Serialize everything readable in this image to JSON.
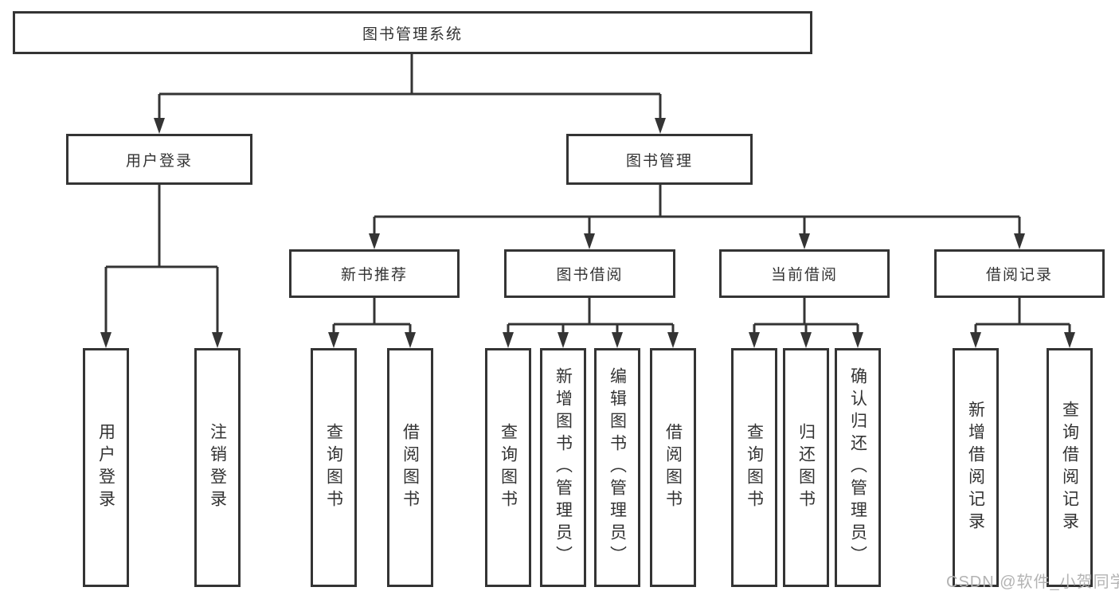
{
  "colors": {
    "line": "#343434",
    "text": "#333333",
    "background": "#ffffff",
    "watermark": "#b3b3b3"
  },
  "diagram": {
    "root": "图书管理系统",
    "level2": {
      "user_login": "用户登录",
      "book_mgmt": "图书管理"
    },
    "level3": {
      "new_books": "新书推荐",
      "borrow": "图书借阅",
      "current": "当前借阅",
      "records": "借阅记录"
    },
    "leaves": {
      "user_login": [
        "用户登录",
        "注销登录"
      ],
      "new_books": [
        "查询图书",
        "借阅图书"
      ],
      "borrow": [
        "查询图书",
        "新增图书（管理员）",
        "编辑图书（管理员）",
        "借阅图书"
      ],
      "current": [
        "查询图书",
        "归还图书",
        "确认归还（管理员）"
      ],
      "records": [
        "新增借阅记录",
        "查询借阅记录"
      ]
    }
  },
  "watermark": {
    "text": "CSDN @软件_小贺同学"
  }
}
